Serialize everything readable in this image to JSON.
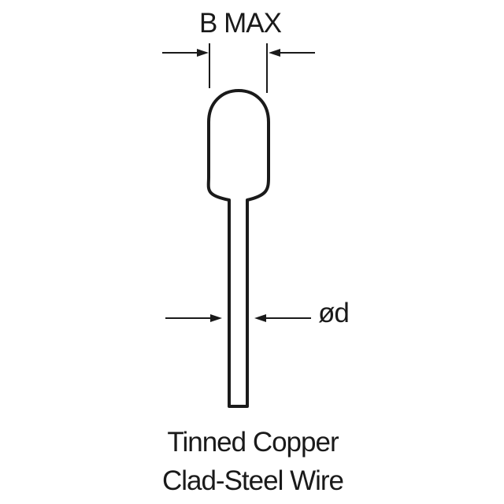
{
  "diagram": {
    "dimension_width_label": "B MAX",
    "dimension_diameter_label": "ød",
    "caption_line1": "Tinned Copper",
    "caption_line2": "Clad-Steel Wire",
    "stroke_color": "#1a1a1a",
    "background_color": "#ffffff"
  }
}
